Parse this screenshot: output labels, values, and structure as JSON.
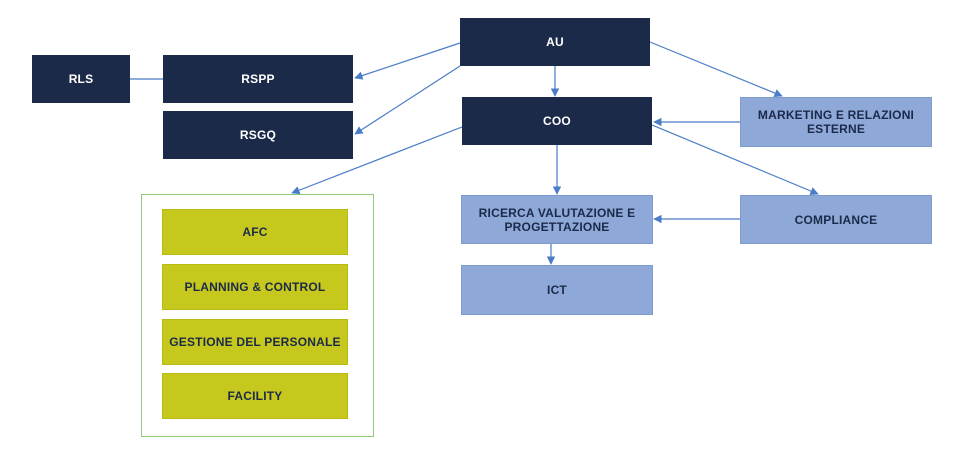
{
  "nodes": {
    "rls": "RLS",
    "rspp": "RSPP",
    "rsgq": "RSGQ",
    "au": "AU",
    "coo": "COO",
    "marketing": "MARKETING E RELAZIONI ESTERNE",
    "compliance": "COMPLIANCE",
    "ricerca": "RICERCA VALUTAZIONE E  PROGETTAZIONE",
    "ict": "ICT",
    "afc": "AFC",
    "planning": "PLANNING & CONTROL",
    "personale": "GESTIONE DEL PERSONALE",
    "facility": "FACILITY"
  },
  "colors": {
    "dark_box": "#1c2a4a",
    "light_box": "#8ea8d8",
    "olive_box": "#c6c81d",
    "group_border": "#8cc97a",
    "connector": "#4a7cc8"
  }
}
